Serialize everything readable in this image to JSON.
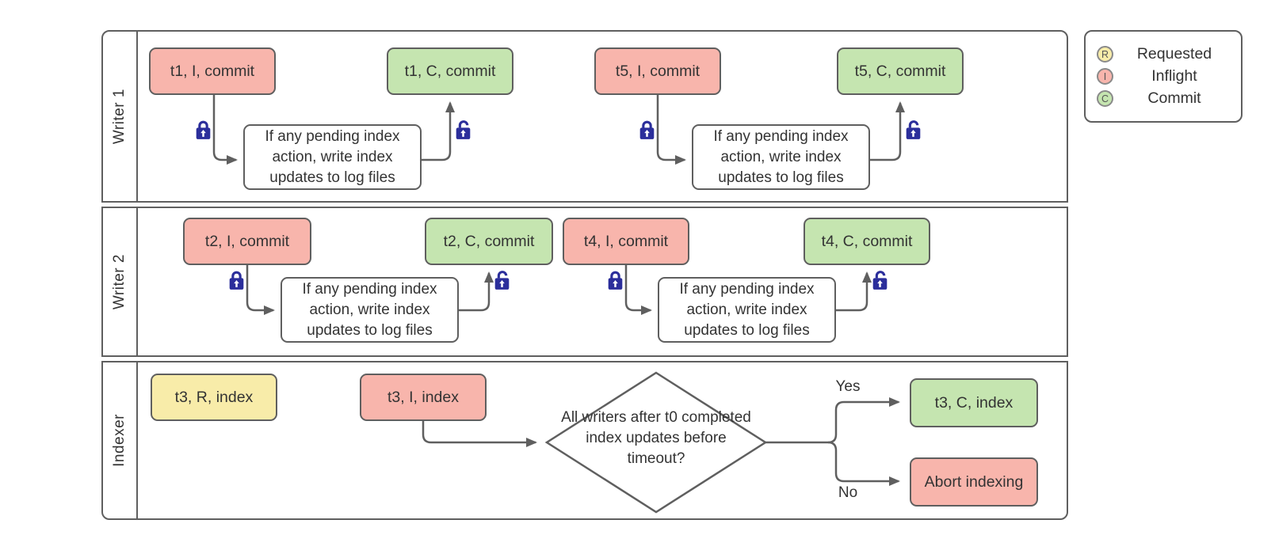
{
  "diagram": {
    "type": "swimlane-flowchart",
    "colors": {
      "requested_fill": "#f8eca9",
      "inflight_fill": "#f8b5ac",
      "commit_fill": "#c5e5b0",
      "line": "#5f5f5f",
      "lock": "#2b2e9b",
      "text": "#333333",
      "background": "#ffffff"
    }
  },
  "lanes": [
    {
      "label": "Writer 1"
    },
    {
      "label": "Writer 2"
    },
    {
      "label": "Indexer"
    }
  ],
  "process_text": "If any pending index action, write index updates to log files",
  "nodes": {
    "t1_inflight": "t1, I, commit",
    "t1_commit": "t1, C, commit",
    "t5_inflight": "t5, I, commit",
    "t5_commit": "t5, C, commit",
    "t2_inflight": "t2, I, commit",
    "t2_commit": "t2, C, commit",
    "t4_inflight": "t4, I, commit",
    "t4_commit": "t4, C, commit",
    "t3_requested": "t3, R, index",
    "t3_inflight": "t3, I, index",
    "t3_commit": "t3, C, index",
    "abort": "Abort indexing"
  },
  "decision": {
    "text": "All writers after t0 completed index updates before timeout?",
    "yes_label": "Yes",
    "no_label": "No"
  },
  "legend": {
    "items": [
      {
        "symbol": "R",
        "label": "Requested",
        "fill": "#f8eca9"
      },
      {
        "symbol": "I",
        "label": "Inflight",
        "fill": "#f8b5ac"
      },
      {
        "symbol": "C",
        "label": "Commit",
        "fill": "#c5e5b0"
      }
    ]
  },
  "icons": {
    "closed_lock": "lock-closed-icon",
    "open_lock": "lock-open-icon"
  }
}
